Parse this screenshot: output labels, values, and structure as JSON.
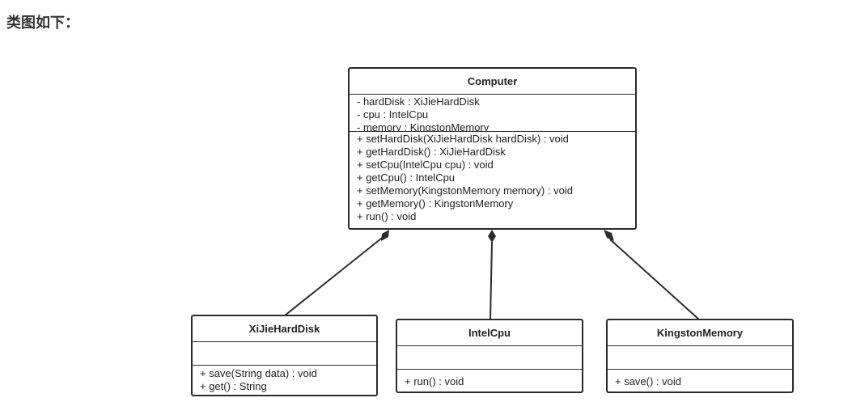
{
  "heading": "类图如下：",
  "classes": {
    "computer": {
      "name": "Computer",
      "attributes": [
        "- hardDisk : XiJieHardDisk",
        "- cpu : IntelCpu",
        "- memory : KingstonMemory"
      ],
      "methods": [
        "+ setHardDisk(XiJieHardDisk hardDisk) : void",
        "+ getHardDisk() : XiJieHardDisk",
        "+ setCpu(IntelCpu cpu) : void",
        "+ getCpu() : IntelCpu",
        "+ setMemory(KingstonMemory memory) : void",
        "+ getMemory() : KingstonMemory",
        "+ run() : void"
      ]
    },
    "xijie": {
      "name": "XiJieHardDisk",
      "attributes": [],
      "methods": [
        "+ save(String data) : void",
        "+ get() : String"
      ]
    },
    "intelcpu": {
      "name": "IntelCpu",
      "attributes": [],
      "methods": [
        "+ run() : void"
      ]
    },
    "kingston": {
      "name": "KingstonMemory",
      "attributes": [],
      "methods": [
        "+ save() : void"
      ]
    }
  },
  "relations": [
    {
      "from": "Computer",
      "to": "XiJieHardDisk",
      "type": "composition"
    },
    {
      "from": "Computer",
      "to": "IntelCpu",
      "type": "composition"
    },
    {
      "from": "Computer",
      "to": "KingstonMemory",
      "type": "composition"
    }
  ],
  "colors": {
    "line": "#2b2b2b",
    "heading": "#333333"
  }
}
